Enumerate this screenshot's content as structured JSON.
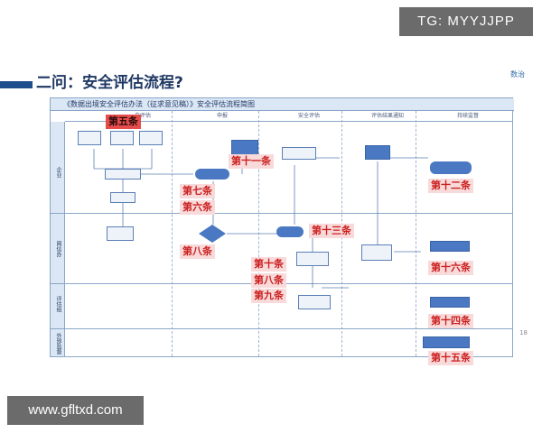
{
  "watermarks": {
    "tg": "TG: MYYJJPP",
    "url": "www.gfltxd.com"
  },
  "slide": {
    "title": "二问：安全评估流程?",
    "logo": "数治",
    "page_number": "18"
  },
  "diagram": {
    "title": "《数据出境安全评估办法（征求意见稿）》安全评估流程简图",
    "columns": [
      "自评估",
      "申报",
      "安全评估",
      "评估结果通知",
      "持续监督"
    ],
    "lanes": [
      "企业",
      "网信办",
      "评估组",
      "外部监督"
    ],
    "node_icons": [
      "mail-icon",
      "doc-icon",
      "wechat-icon"
    ]
  },
  "article_labels": {
    "a5": "第五条",
    "a11": "第十一条",
    "a7": "第七条",
    "a6": "第六条",
    "a8a": "第八条",
    "a10": "第十条",
    "a8b": "第八条",
    "a9": "第九条",
    "a13": "第十三条",
    "a12": "第十二条",
    "a16": "第十六条",
    "a14": "第十四条",
    "a15": "第十五条"
  }
}
